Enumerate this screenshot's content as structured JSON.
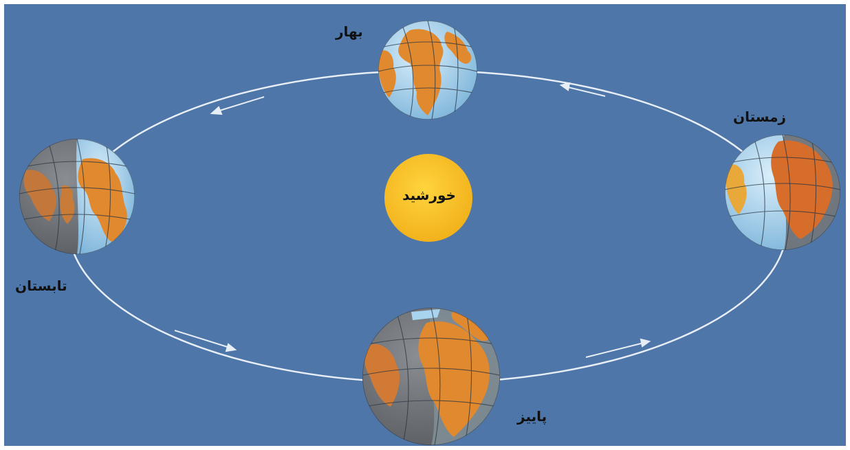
{
  "diagram": {
    "sun_label": "خورشید",
    "seasons": {
      "spring": "بهار",
      "summer": "تابستان",
      "autumn": "پاییز",
      "winter": "زمستان"
    },
    "colors": {
      "background": "#4f76a8",
      "orbit": "#e8eef6",
      "sun": "#f6c22a",
      "ocean_light": "#a9d4ef",
      "land": "#e0892f",
      "shadow": "#55585c"
    }
  }
}
